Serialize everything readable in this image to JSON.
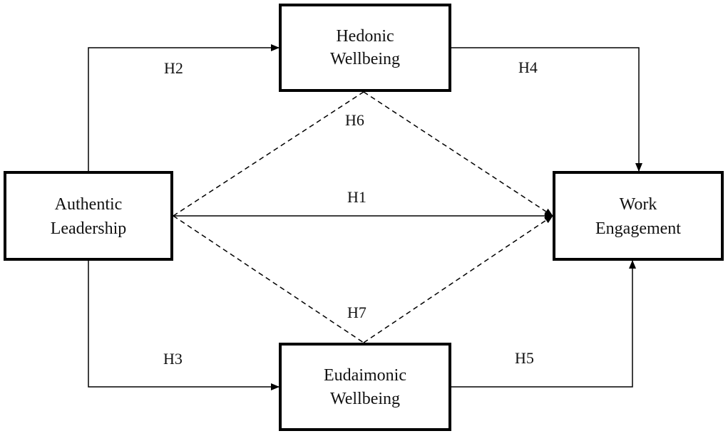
{
  "nodes": {
    "hedonic": {
      "line1": "Hedonic",
      "line2": "Wellbeing"
    },
    "authentic": {
      "line1": "Authentic",
      "line2": "Leadership"
    },
    "work": {
      "line1": "Work",
      "line2": "Engagement"
    },
    "eudaimonic": {
      "line1": "Eudaimonic",
      "line2": "Wellbeing"
    }
  },
  "hypotheses": {
    "h1": "H1",
    "h2": "H2",
    "h3": "H3",
    "h4": "H4",
    "h5": "H5",
    "h6": "H6",
    "h7": "H7"
  },
  "colors": {
    "stroke": "#000000",
    "background": "#ffffff"
  }
}
